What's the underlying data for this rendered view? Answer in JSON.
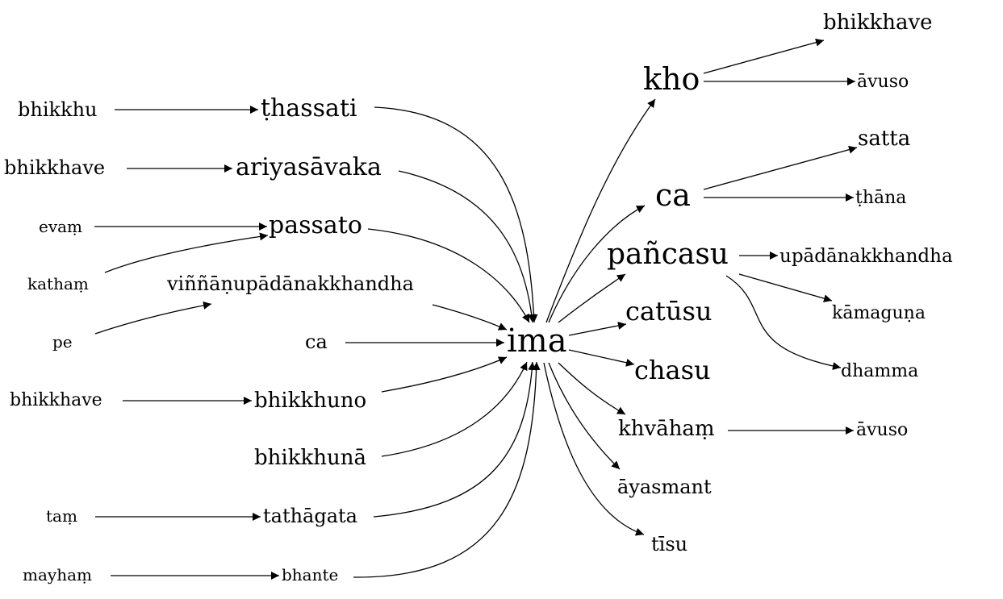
{
  "graph": {
    "center": "ima",
    "left_nodes": {
      "thassati": "ṭhassati",
      "ariyasavaka": "ariyasāvaka",
      "passato": "passato",
      "vinnanupadanakkhandha": "viññāṇupādānakkhandha",
      "ca_left": "ca",
      "bhikkhuno": "bhikkhuno",
      "bhikkhuna": "bhikkhunā",
      "tathagata": "tathāgata",
      "bhante": "bhante"
    },
    "left_sources": {
      "bhikkhu": "bhikkhu",
      "bhikkhave_1": "bhikkhave",
      "evam": "evaṃ",
      "katham": "kathaṃ",
      "pe": "pe",
      "bhikkhave_2": "bhikkhave",
      "tam": "taṃ",
      "mayham": "mayhaṃ"
    },
    "right_nodes": {
      "kho": "kho",
      "ca_right": "ca",
      "pancasu": "pañcasu",
      "catusu": "catūsu",
      "chasu": "chasu",
      "khvaham": "khvāhaṃ",
      "ayasmant": "āyasmant",
      "tisu": "tīsu"
    },
    "right_targets": {
      "bhikkhave_3": "bhikkhave",
      "avuso_1": "āvuso",
      "satta": "satta",
      "thana": "ṭhāna",
      "upadanakkhandha": "upādānakkhandha",
      "kamaguna": "kāmaguṇa",
      "dhamma": "dhamma",
      "avuso_2": "āvuso"
    },
    "edges": [
      [
        "bhikkhu",
        "thassati"
      ],
      [
        "bhikkhave_1",
        "ariyasavaka"
      ],
      [
        "evam",
        "passato"
      ],
      [
        "katham",
        "passato"
      ],
      [
        "pe",
        "vinnanupadanakkhandha"
      ],
      [
        "bhikkhave_2",
        "bhikkhuno"
      ],
      [
        "tam",
        "tathagata"
      ],
      [
        "mayham",
        "bhante"
      ],
      [
        "thassati",
        "ima"
      ],
      [
        "ariyasavaka",
        "ima"
      ],
      [
        "passato",
        "ima"
      ],
      [
        "vinnanupadanakkhandha",
        "ima"
      ],
      [
        "ca_left",
        "ima"
      ],
      [
        "bhikkhuno",
        "ima"
      ],
      [
        "bhikkhuna",
        "ima"
      ],
      [
        "tathagata",
        "ima"
      ],
      [
        "bhante",
        "ima"
      ],
      [
        "ima",
        "kho"
      ],
      [
        "ima",
        "ca_right"
      ],
      [
        "ima",
        "pancasu"
      ],
      [
        "ima",
        "catusu"
      ],
      [
        "ima",
        "chasu"
      ],
      [
        "ima",
        "khvaham"
      ],
      [
        "ima",
        "ayasmant"
      ],
      [
        "ima",
        "tisu"
      ],
      [
        "kho",
        "bhikkhave_3"
      ],
      [
        "kho",
        "avuso_1"
      ],
      [
        "ca_right",
        "satta"
      ],
      [
        "ca_right",
        "thana"
      ],
      [
        "pancasu",
        "upadanakkhandha"
      ],
      [
        "pancasu",
        "kamaguna"
      ],
      [
        "pancasu",
        "dhamma"
      ],
      [
        "khvaham",
        "avuso_2"
      ]
    ]
  }
}
